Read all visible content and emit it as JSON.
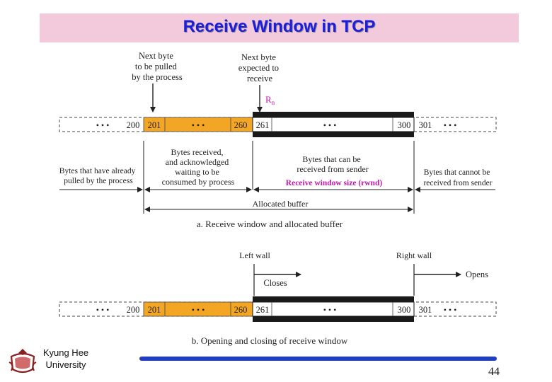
{
  "slide": {
    "title": "Receive Window in TCP",
    "page_number": "44",
    "university_line1": "Kyung Hee",
    "university_line2": "University"
  },
  "part_a": {
    "next_byte_pulled": [
      "Next byte",
      "to be pulled",
      "by the process"
    ],
    "next_byte_expected": [
      "Next byte",
      "expected to",
      "receive"
    ],
    "rn": "R",
    "rn_sub": "n",
    "cells": {
      "dots_left": "• • •",
      "c200": "200",
      "c201": "201",
      "dots_mid1": "• • •",
      "c260": "260",
      "c261": "261",
      "dots_mid2": "• • •",
      "c300": "300",
      "c301": "301",
      "dots_right": "• • •"
    },
    "bytes_already_pulled": [
      "Bytes that have already",
      "pulled by the process"
    ],
    "bytes_received_ack": [
      "Bytes received,",
      "and acknowledged",
      "waiting to be",
      "consumed by process"
    ],
    "bytes_can_be_received": [
      "Bytes that can be",
      "received from sender"
    ],
    "rwnd_label": "Receive window size (rwnd)",
    "bytes_cannot_be_received": [
      "Bytes that cannot be",
      "received from sender"
    ],
    "allocated_buffer": "Allocated buffer",
    "caption": "a. Receive window and allocated buffer"
  },
  "part_b": {
    "left_wall": "Left wall",
    "right_wall": "Right wall",
    "closes": "Closes",
    "opens": "Opens",
    "cells": {
      "dots_left": "• • •",
      "c200": "200",
      "c201": "201",
      "dots_mid1": "• • •",
      "c260": "260",
      "c261": "261",
      "dots_mid2": "• • •",
      "c300": "300",
      "c301": "301",
      "dots_right": "• • •"
    },
    "caption": "b. Opening and  closing of receive window"
  },
  "colors": {
    "title_bg": "#f2cadb",
    "title_text": "#1d1de0",
    "consumed_fill": "#f3a623",
    "rwnd_text": "#c21aa8",
    "rn_text": "#c21aa8",
    "footer_bar": "#1f3fbf"
  }
}
